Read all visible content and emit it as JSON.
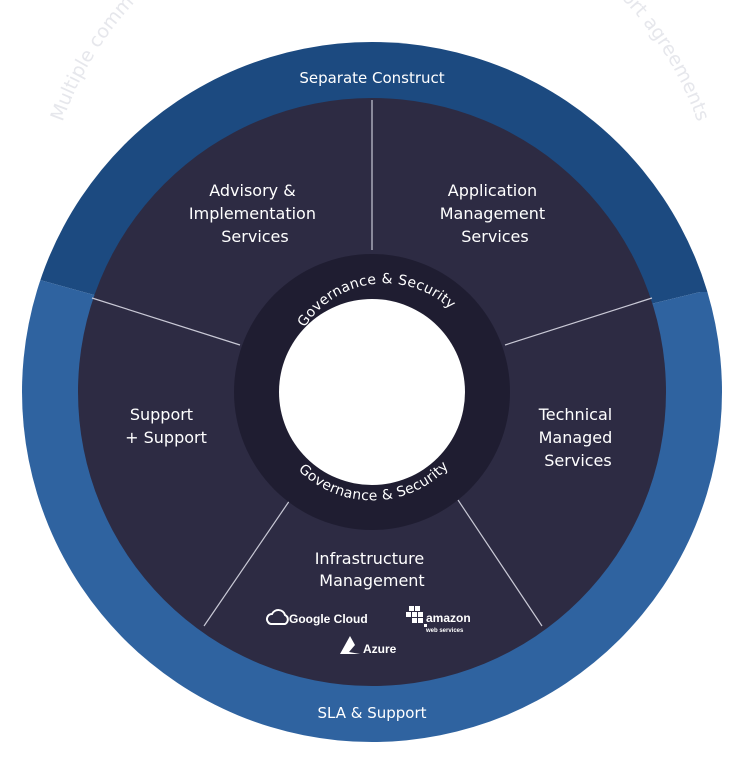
{
  "diagram": {
    "outer_arc_caption": "Multiple commercial constructs, governance structures, SLAS, and support agreements",
    "outer_ring_top_label": "Separate Construct",
    "outer_ring_bottom_label": "SLA & Support",
    "center_ring_top_label": "Governance & Security",
    "center_ring_bottom_label": "Governance & Security",
    "segments": [
      {
        "id": "advisory",
        "lines": [
          "Advisory &",
          "Implementation",
          "Services"
        ]
      },
      {
        "id": "application",
        "lines": [
          "Application",
          "Management",
          "Services"
        ]
      },
      {
        "id": "technical",
        "lines": [
          "Technical",
          "Managed",
          "Services"
        ]
      },
      {
        "id": "infrastructure",
        "lines": [
          "Infrastructure",
          "Management"
        ]
      },
      {
        "id": "support",
        "lines": [
          "Support",
          "+ Support"
        ]
      }
    ],
    "logos": {
      "google": "Google Cloud",
      "aws_main": "amazon",
      "aws_sub": "web services",
      "azure": "Azure"
    },
    "colors": {
      "dark_navy": "#2d2b43",
      "ring_top": "#1c4a80",
      "ring_bottom": "#2f63a0",
      "inner_ring": "#1f1d31",
      "divider": "#c9c9d6",
      "caption": "#e6e7ec"
    }
  }
}
